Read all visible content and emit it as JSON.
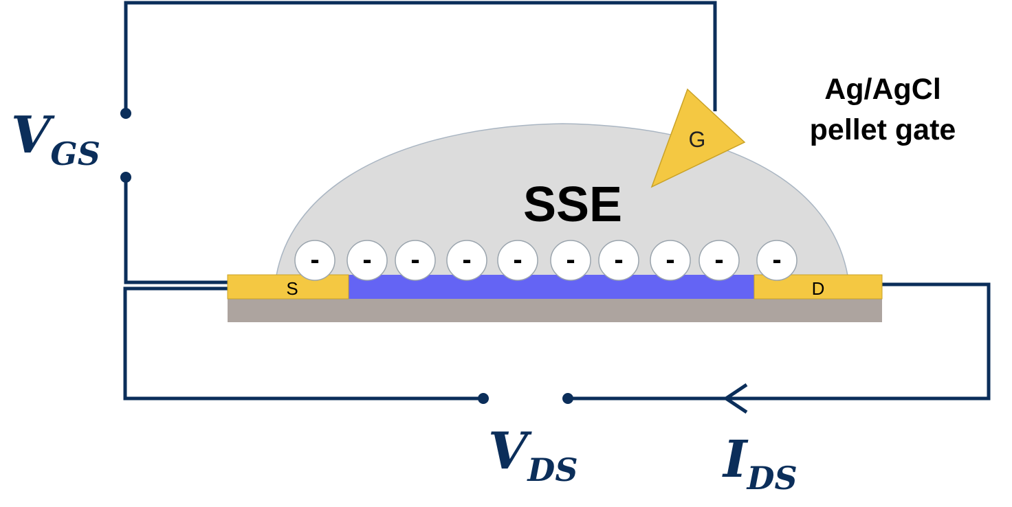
{
  "labels": {
    "vgs_main": "V",
    "vgs_sub": "GS",
    "vds_main": "V",
    "vds_sub": "DS",
    "ids_main": "I",
    "ids_sub": "DS",
    "electrolyte": "SSE",
    "gate_letter": "G",
    "gate_name_line1": "Ag/AgCl",
    "gate_name_line2": "pellet gate",
    "source": "S",
    "drain": "D"
  },
  "ions": {
    "charge_symbol": "-",
    "count": 10
  },
  "colors": {
    "wire": "#0b2e5a",
    "label_blue": "#0b2e5a",
    "electrolyte_fill": "#dcdcdc",
    "electrolyte_stroke": "#a9b5c2",
    "electrode_gold": "#f4c842",
    "channel": "#6464f4",
    "substrate": "#ada49f",
    "ion_fill": "#ffffff",
    "ion_stroke": "#9aa4ad",
    "text_dark": "#000000"
  }
}
